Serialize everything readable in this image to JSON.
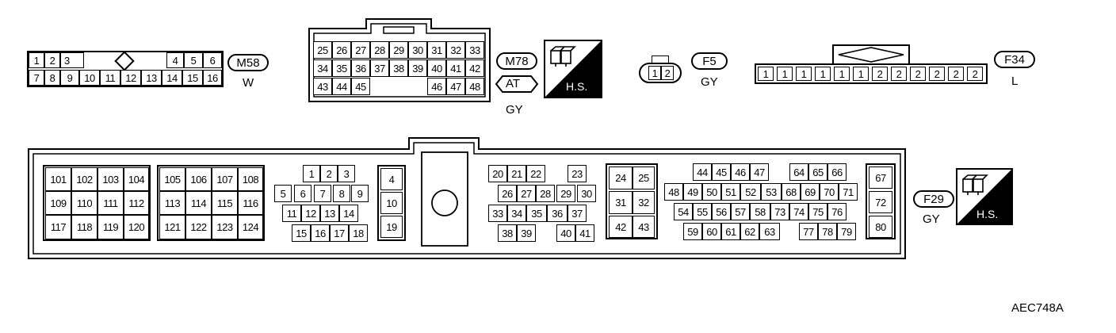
{
  "figure_id": "AEC748A",
  "connectors": {
    "m58": {
      "code": "M58",
      "color": "W",
      "row1": [
        "1",
        "2",
        "3",
        "4",
        "5",
        "6"
      ],
      "row2": [
        "7",
        "8",
        "9",
        "10",
        "11",
        "12",
        "13",
        "14",
        "15",
        "16"
      ]
    },
    "m78": {
      "code": "M78",
      "variant": "AT",
      "color": "GY",
      "hs": "H.S.",
      "row1": [
        "25",
        "26",
        "27",
        "28",
        "29",
        "30",
        "31",
        "32",
        "33"
      ],
      "row2": [
        "34",
        "35",
        "36",
        "37",
        "38",
        "39",
        "40",
        "41",
        "42"
      ],
      "row3": [
        "43",
        "44",
        "45",
        "46",
        "47",
        "48"
      ]
    },
    "f5": {
      "code": "F5",
      "color": "GY",
      "pins": [
        "1",
        "2"
      ]
    },
    "f34": {
      "code": "F34",
      "color": "L",
      "pins": [
        "1",
        "1",
        "1",
        "1",
        "1",
        "1",
        "2",
        "2",
        "2",
        "2",
        "2",
        "2"
      ]
    },
    "f29": {
      "code": "F29",
      "color": "GY",
      "hs": "H.S.",
      "block_a": [
        "101",
        "102",
        "103",
        "104",
        "109",
        "110",
        "111",
        "112",
        "117",
        "118",
        "119",
        "120"
      ],
      "block_b": [
        "105",
        "106",
        "107",
        "108",
        "113",
        "114",
        "115",
        "116",
        "121",
        "122",
        "123",
        "124"
      ],
      "block_c": {
        "r1": [
          "1",
          "2",
          "3"
        ],
        "r2": [
          "5",
          "6",
          "7",
          "8",
          "9"
        ],
        "r3": [
          "11",
          "12",
          "13",
          "14"
        ],
        "r4": [
          "15",
          "16",
          "17",
          "18"
        ]
      },
      "block_d": [
        "4",
        "10",
        "19"
      ],
      "block_e": {
        "r1": [
          "20",
          "21",
          "22",
          "23"
        ],
        "r2": [
          "26",
          "27",
          "28",
          "29",
          "30"
        ],
        "r3": [
          "33",
          "34",
          "35",
          "36",
          "37"
        ],
        "r4": [
          "38",
          "39",
          "40",
          "41"
        ]
      },
      "block_f": [
        "24",
        "25",
        "31",
        "32",
        "42",
        "43"
      ],
      "block_g": {
        "r1": [
          "44",
          "45",
          "46",
          "47",
          "64",
          "65",
          "66"
        ],
        "r2": [
          "48",
          "49",
          "50",
          "51",
          "52",
          "53",
          "68",
          "69",
          "70",
          "71"
        ],
        "r3": [
          "54",
          "55",
          "56",
          "57",
          "58",
          "73",
          "74",
          "75",
          "76"
        ],
        "r4": [
          "59",
          "60",
          "61",
          "62",
          "63",
          "77",
          "78",
          "79"
        ]
      },
      "block_h": [
        "67",
        "72",
        "80"
      ]
    }
  }
}
